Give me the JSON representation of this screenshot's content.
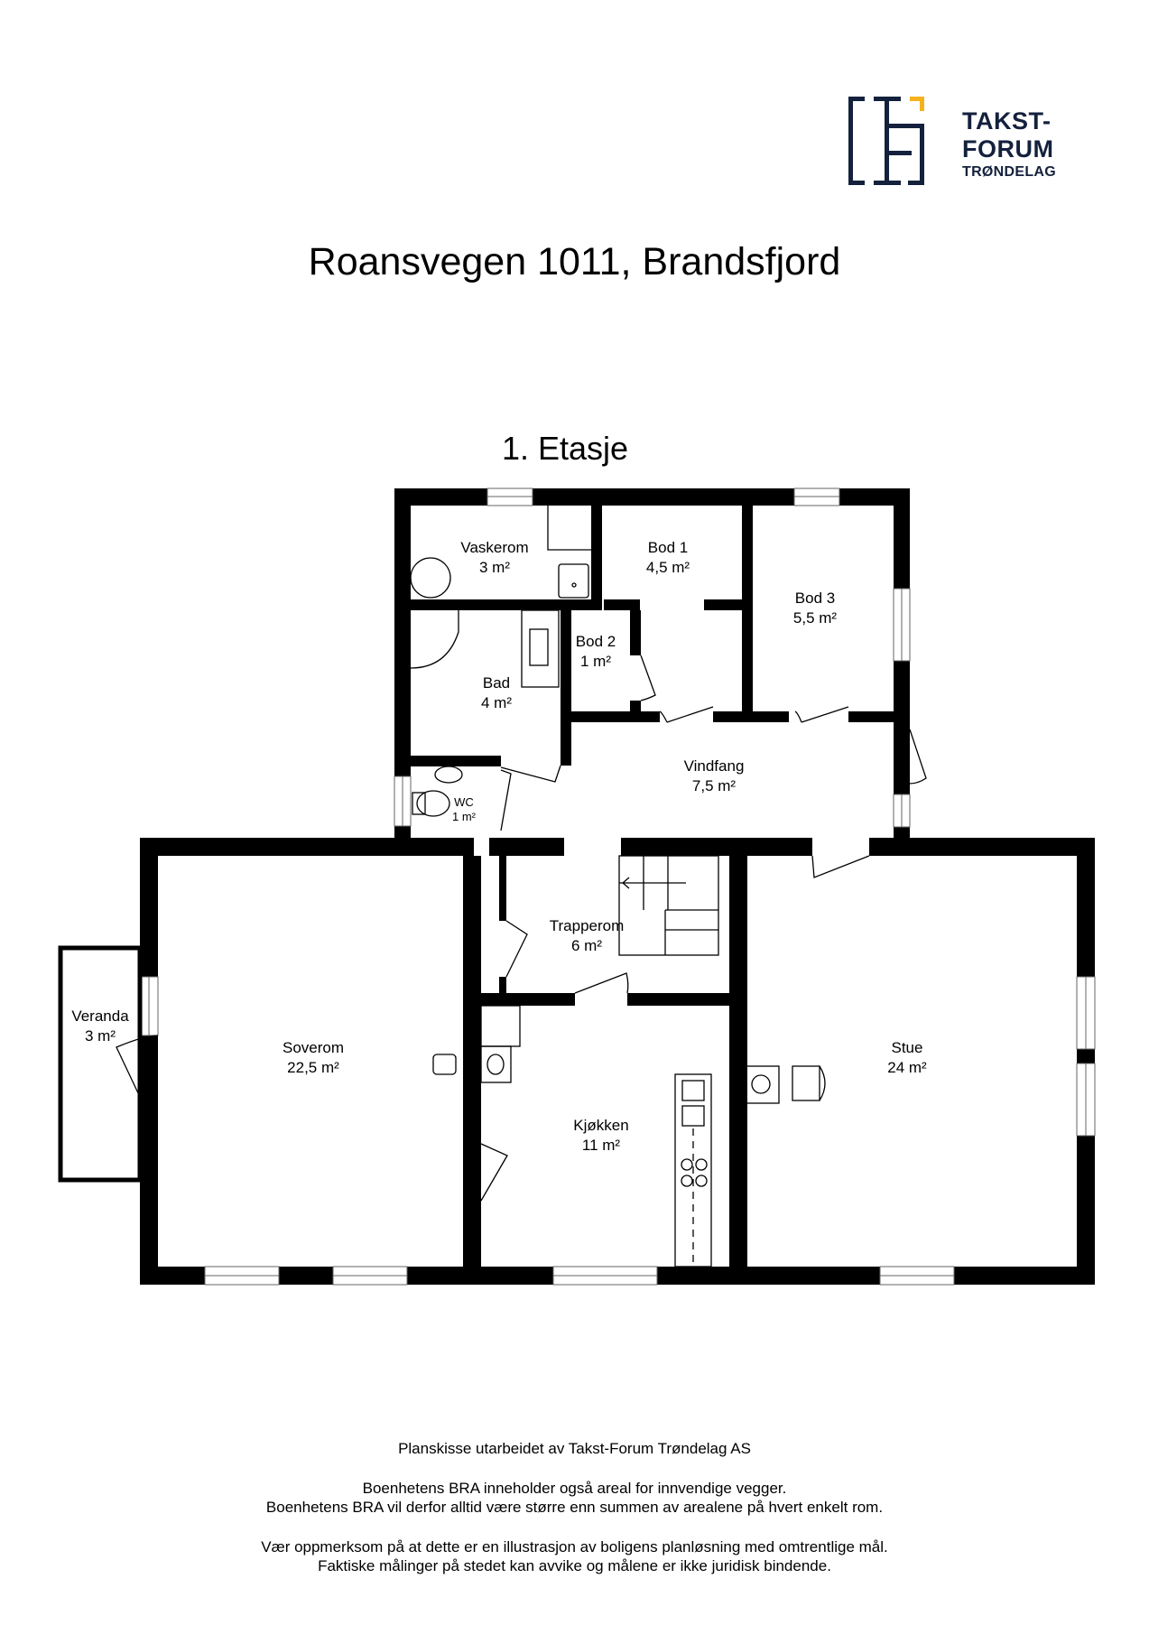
{
  "logo": {
    "line1": "TAKST-",
    "line2": "FORUM",
    "line3": "TRØNDELAG",
    "colors": {
      "navy": "#14213d",
      "accent": "#f5b21b"
    }
  },
  "header": {
    "title": "Roansvegen 1011, Brandsfjord",
    "floor": "1. Etasje"
  },
  "rooms": [
    {
      "id": "vaskerom",
      "name": "Vaskerom",
      "area": "3 m²"
    },
    {
      "id": "bod1",
      "name": "Bod 1",
      "area": "4,5 m²"
    },
    {
      "id": "bod3",
      "name": "Bod 3",
      "area": "5,5 m²"
    },
    {
      "id": "bod2",
      "name": "Bod 2",
      "area": "1 m²"
    },
    {
      "id": "bad",
      "name": "Bad",
      "area": "4 m²"
    },
    {
      "id": "vindfang",
      "name": "Vindfang",
      "area": "7,5 m²"
    },
    {
      "id": "wc",
      "name": "WC",
      "area": "1 m²"
    },
    {
      "id": "trapperom",
      "name": "Trapperom",
      "area": "6 m²"
    },
    {
      "id": "veranda",
      "name": "Veranda",
      "area": "3 m²"
    },
    {
      "id": "soverom",
      "name": "Soverom",
      "area": "22,5 m²"
    },
    {
      "id": "kjokken",
      "name": "Kjøkken",
      "area": "11 m²"
    },
    {
      "id": "stue",
      "name": "Stue",
      "area": "24 m²"
    }
  ],
  "footer": {
    "credit": "Planskisse utarbeidet av Takst-Forum Trøndelag AS",
    "note1": "Boenhetens BRA inneholder også areal for innvendige vegger.",
    "note2": "Boenhetens BRA vil derfor alltid være større enn summen av arealene på hvert enkelt rom.",
    "disclaimer1": "Vær oppmerksom på at dette er en illustrasjon av boligens planløsning med omtrentlige mål.",
    "disclaimer2": "Faktiske målinger på stedet kan avvike og målene er ikke juridisk bindende."
  }
}
